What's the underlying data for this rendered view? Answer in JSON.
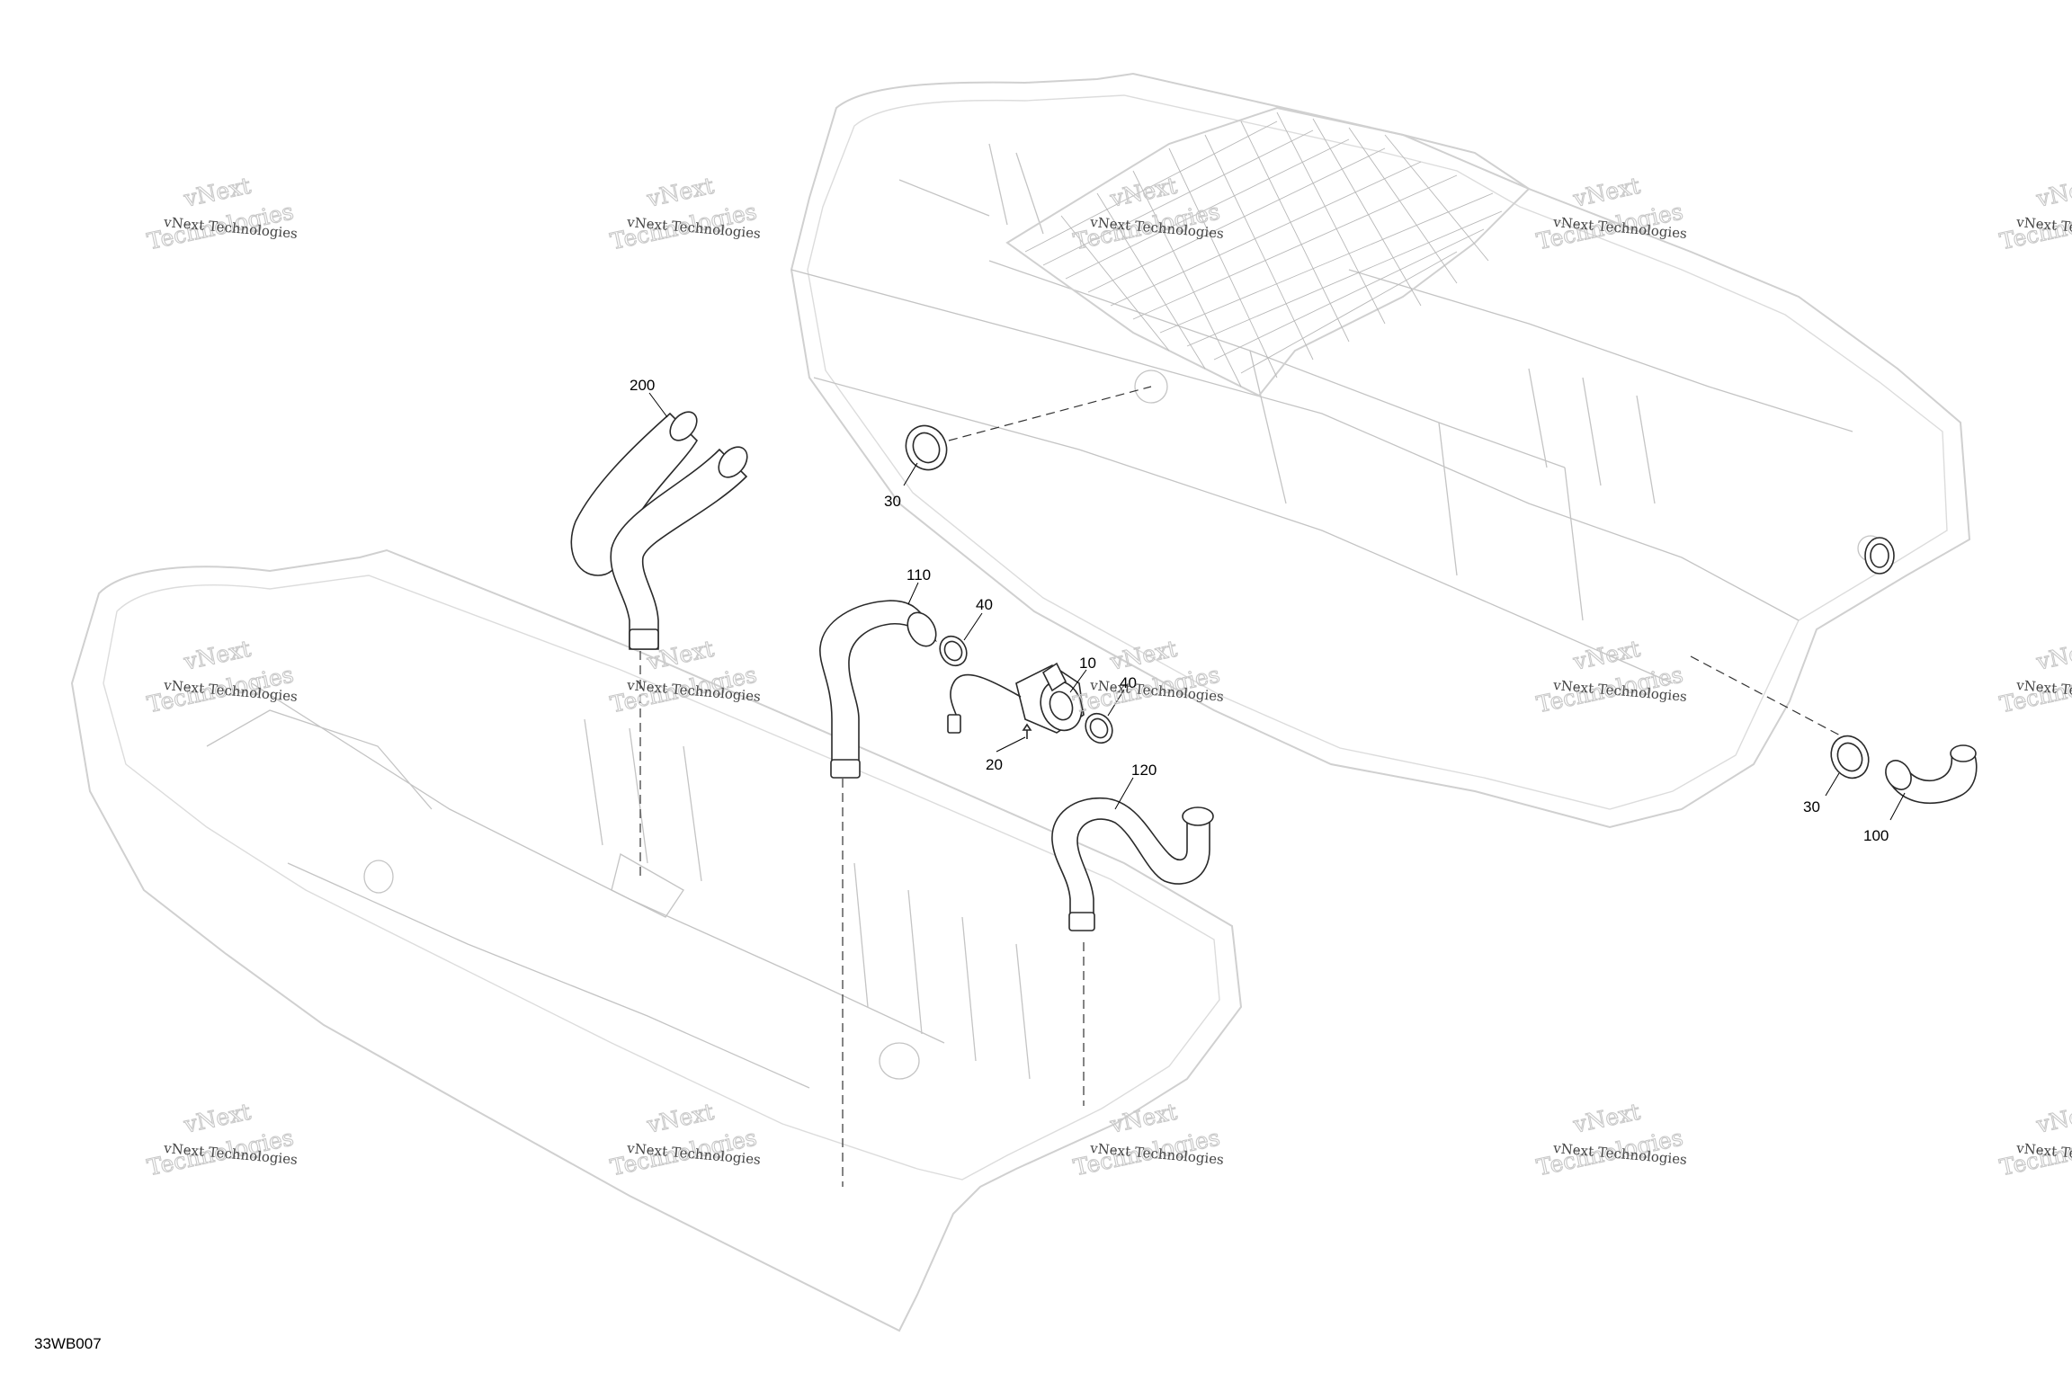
{
  "diagram_code": "33WB007",
  "watermark": {
    "line_small": "vNext Technologies",
    "line_big_top": "vNext",
    "line_big_bottom": "Technologies"
  },
  "callouts": {
    "c200": "200",
    "c30_left": "30",
    "c110": "110",
    "c40_top": "40",
    "c10": "10",
    "c40_right": "40",
    "c20": "20",
    "c120": "120",
    "c30_right": "30",
    "c100": "100"
  },
  "colors": {
    "line_art": "#2a2a2a",
    "hull": "#d0d0d0",
    "watermark": "#c8c8c8"
  }
}
